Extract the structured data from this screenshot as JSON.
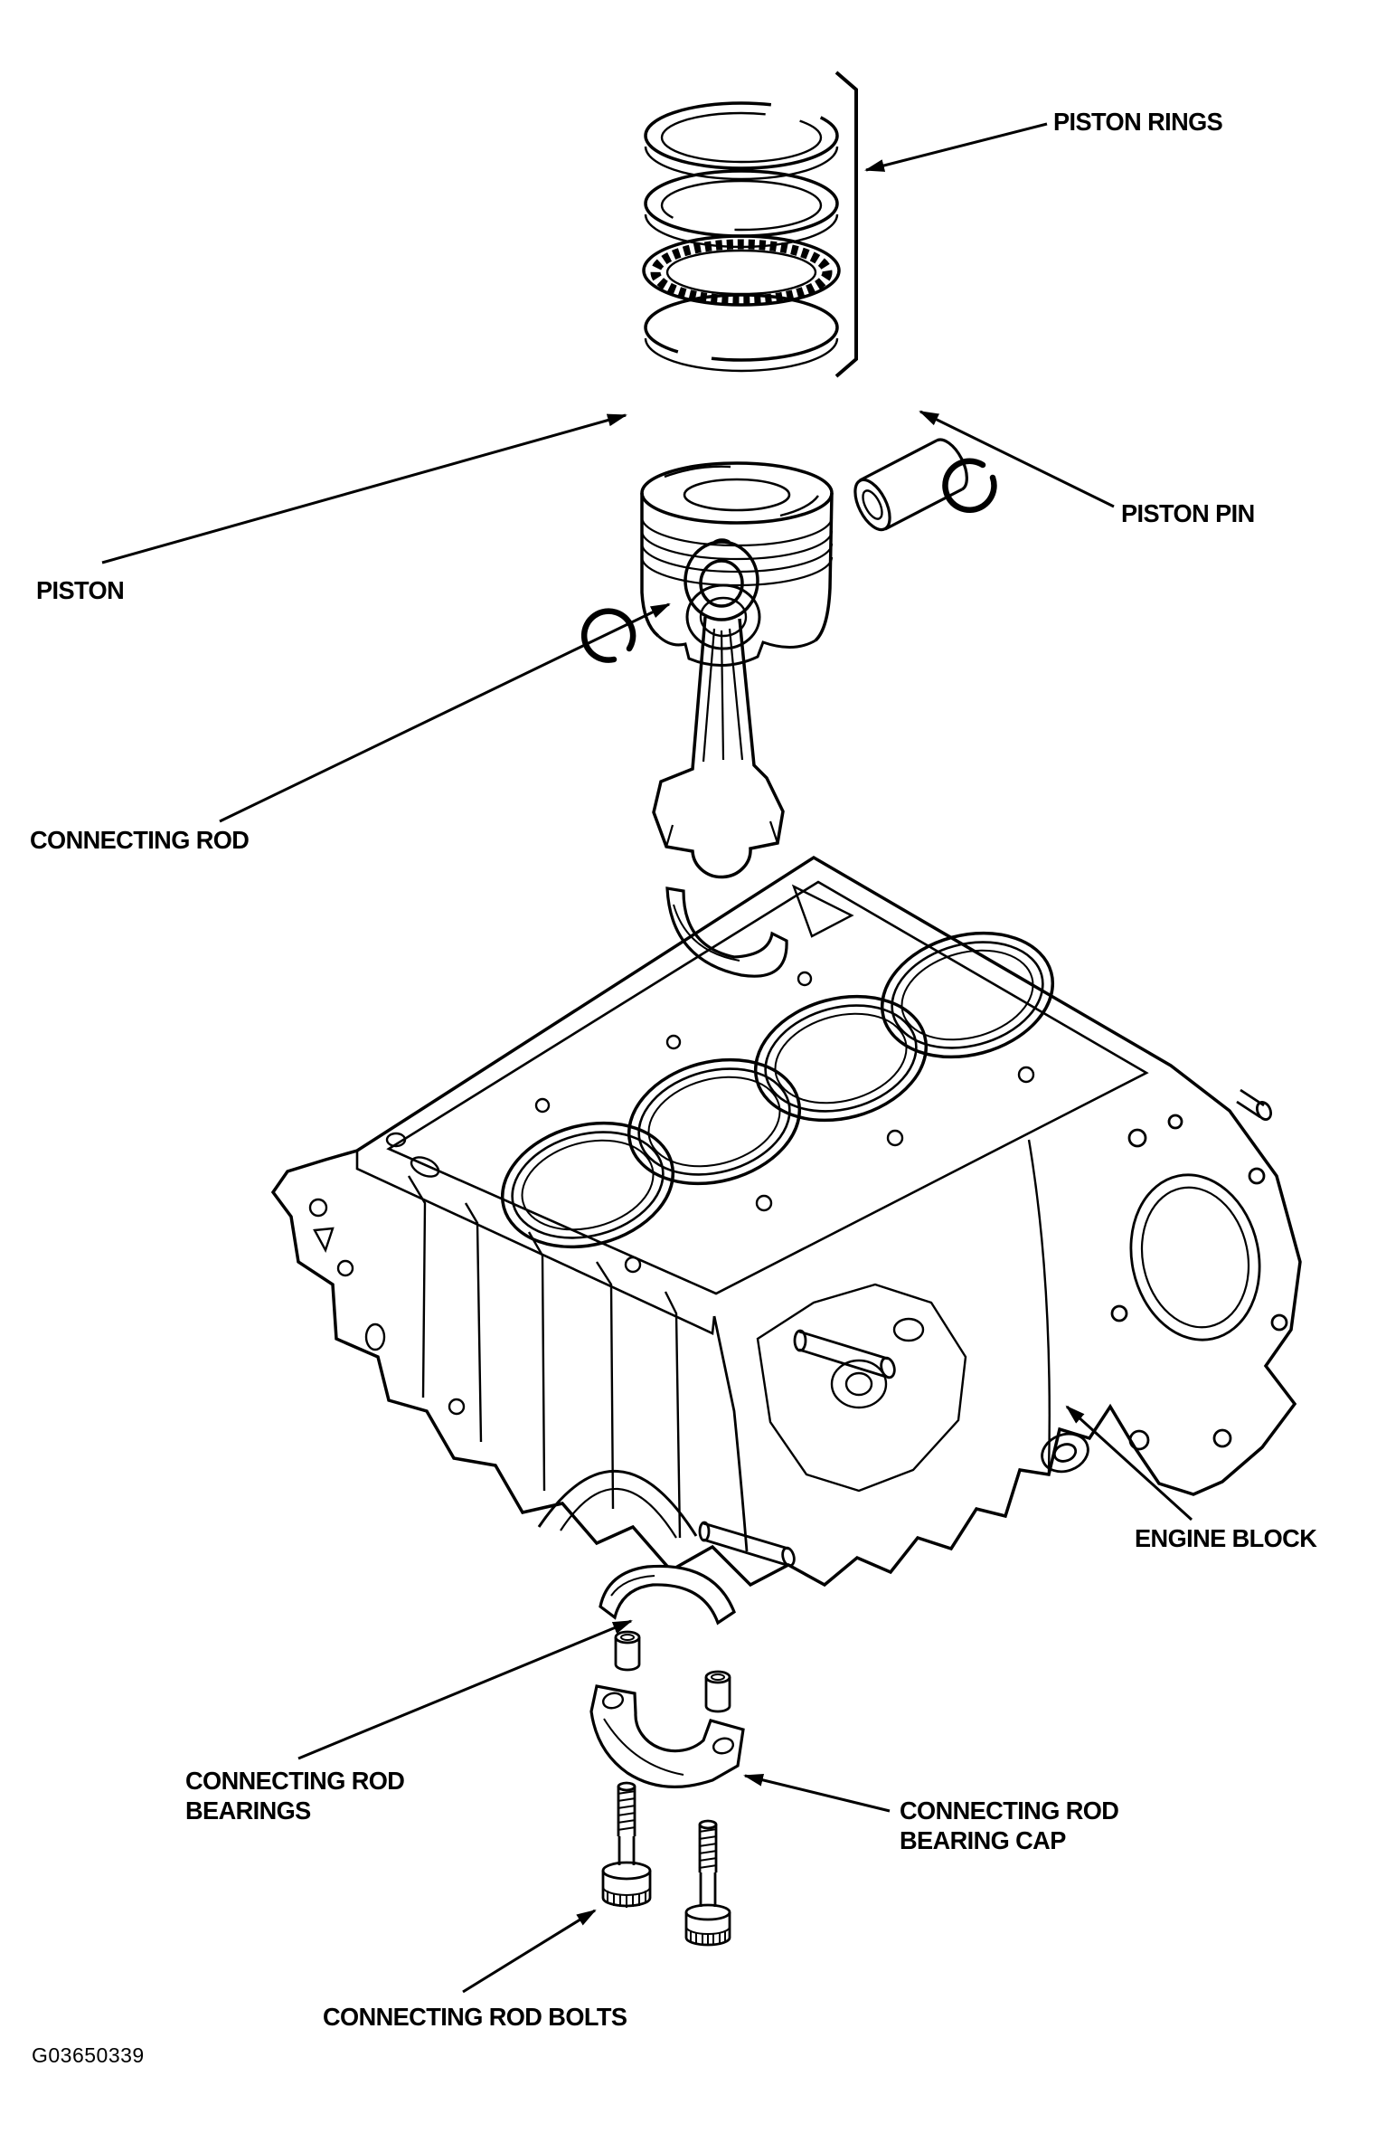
{
  "figure": {
    "code": "G03650339",
    "colors": {
      "ink": "#000000",
      "background": "#ffffff"
    },
    "labels": {
      "piston_rings": "PISTON RINGS",
      "piston_pin": "PISTON PIN",
      "piston": "PISTON",
      "connecting_rod": "CONNECTING ROD",
      "engine_block": "ENGINE BLOCK",
      "connecting_rod_bearings": {
        "line1": "CONNECTING ROD",
        "line2": "BEARINGS"
      },
      "connecting_rod_bearing_cap": {
        "line1": "CONNECTING ROD",
        "line2": "BEARING CAP"
      },
      "connecting_rod_bolts": "CONNECTING ROD BOLTS"
    }
  }
}
